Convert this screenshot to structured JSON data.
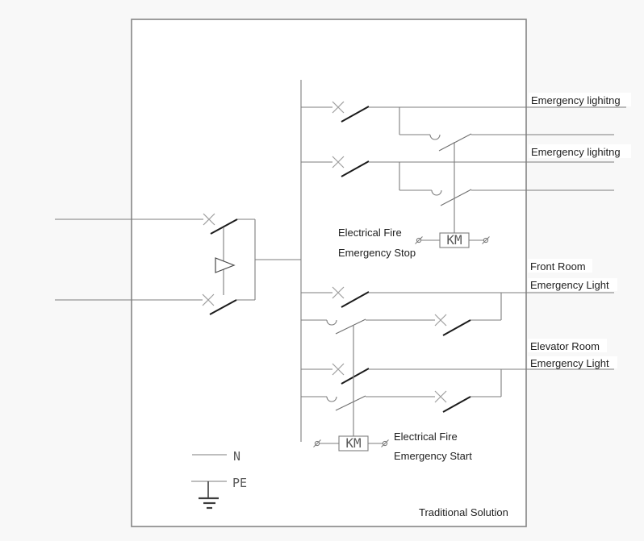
{
  "diagram": {
    "title": "Traditional Solution",
    "labels": {
      "branch1": "Emergency lighitng",
      "branch2": "Emergency lighitng",
      "stop_line1": "Electrical Fire",
      "stop_line2": "Emergency Stop",
      "front_room_line1": "Front Room",
      "front_room_line2": "Emergency Light",
      "elevator_line1": "Elevator Room",
      "elevator_line2": "Emergency Light",
      "start_line1": "Electrical Fire",
      "start_line2": "Emergency Start",
      "contactor1": "KM",
      "contactor2": "KM",
      "neutral": "N",
      "earth": "PE"
    },
    "colors": {
      "canvas_bg": "#f8f8f8",
      "panel_bg": "#ffffff",
      "panel_border": "#858585",
      "wire": "#7d7d7d",
      "switch_blade": "#1b1b1b",
      "label_text": "#1e1e1e",
      "cad_text": "#5a5a5a"
    }
  }
}
